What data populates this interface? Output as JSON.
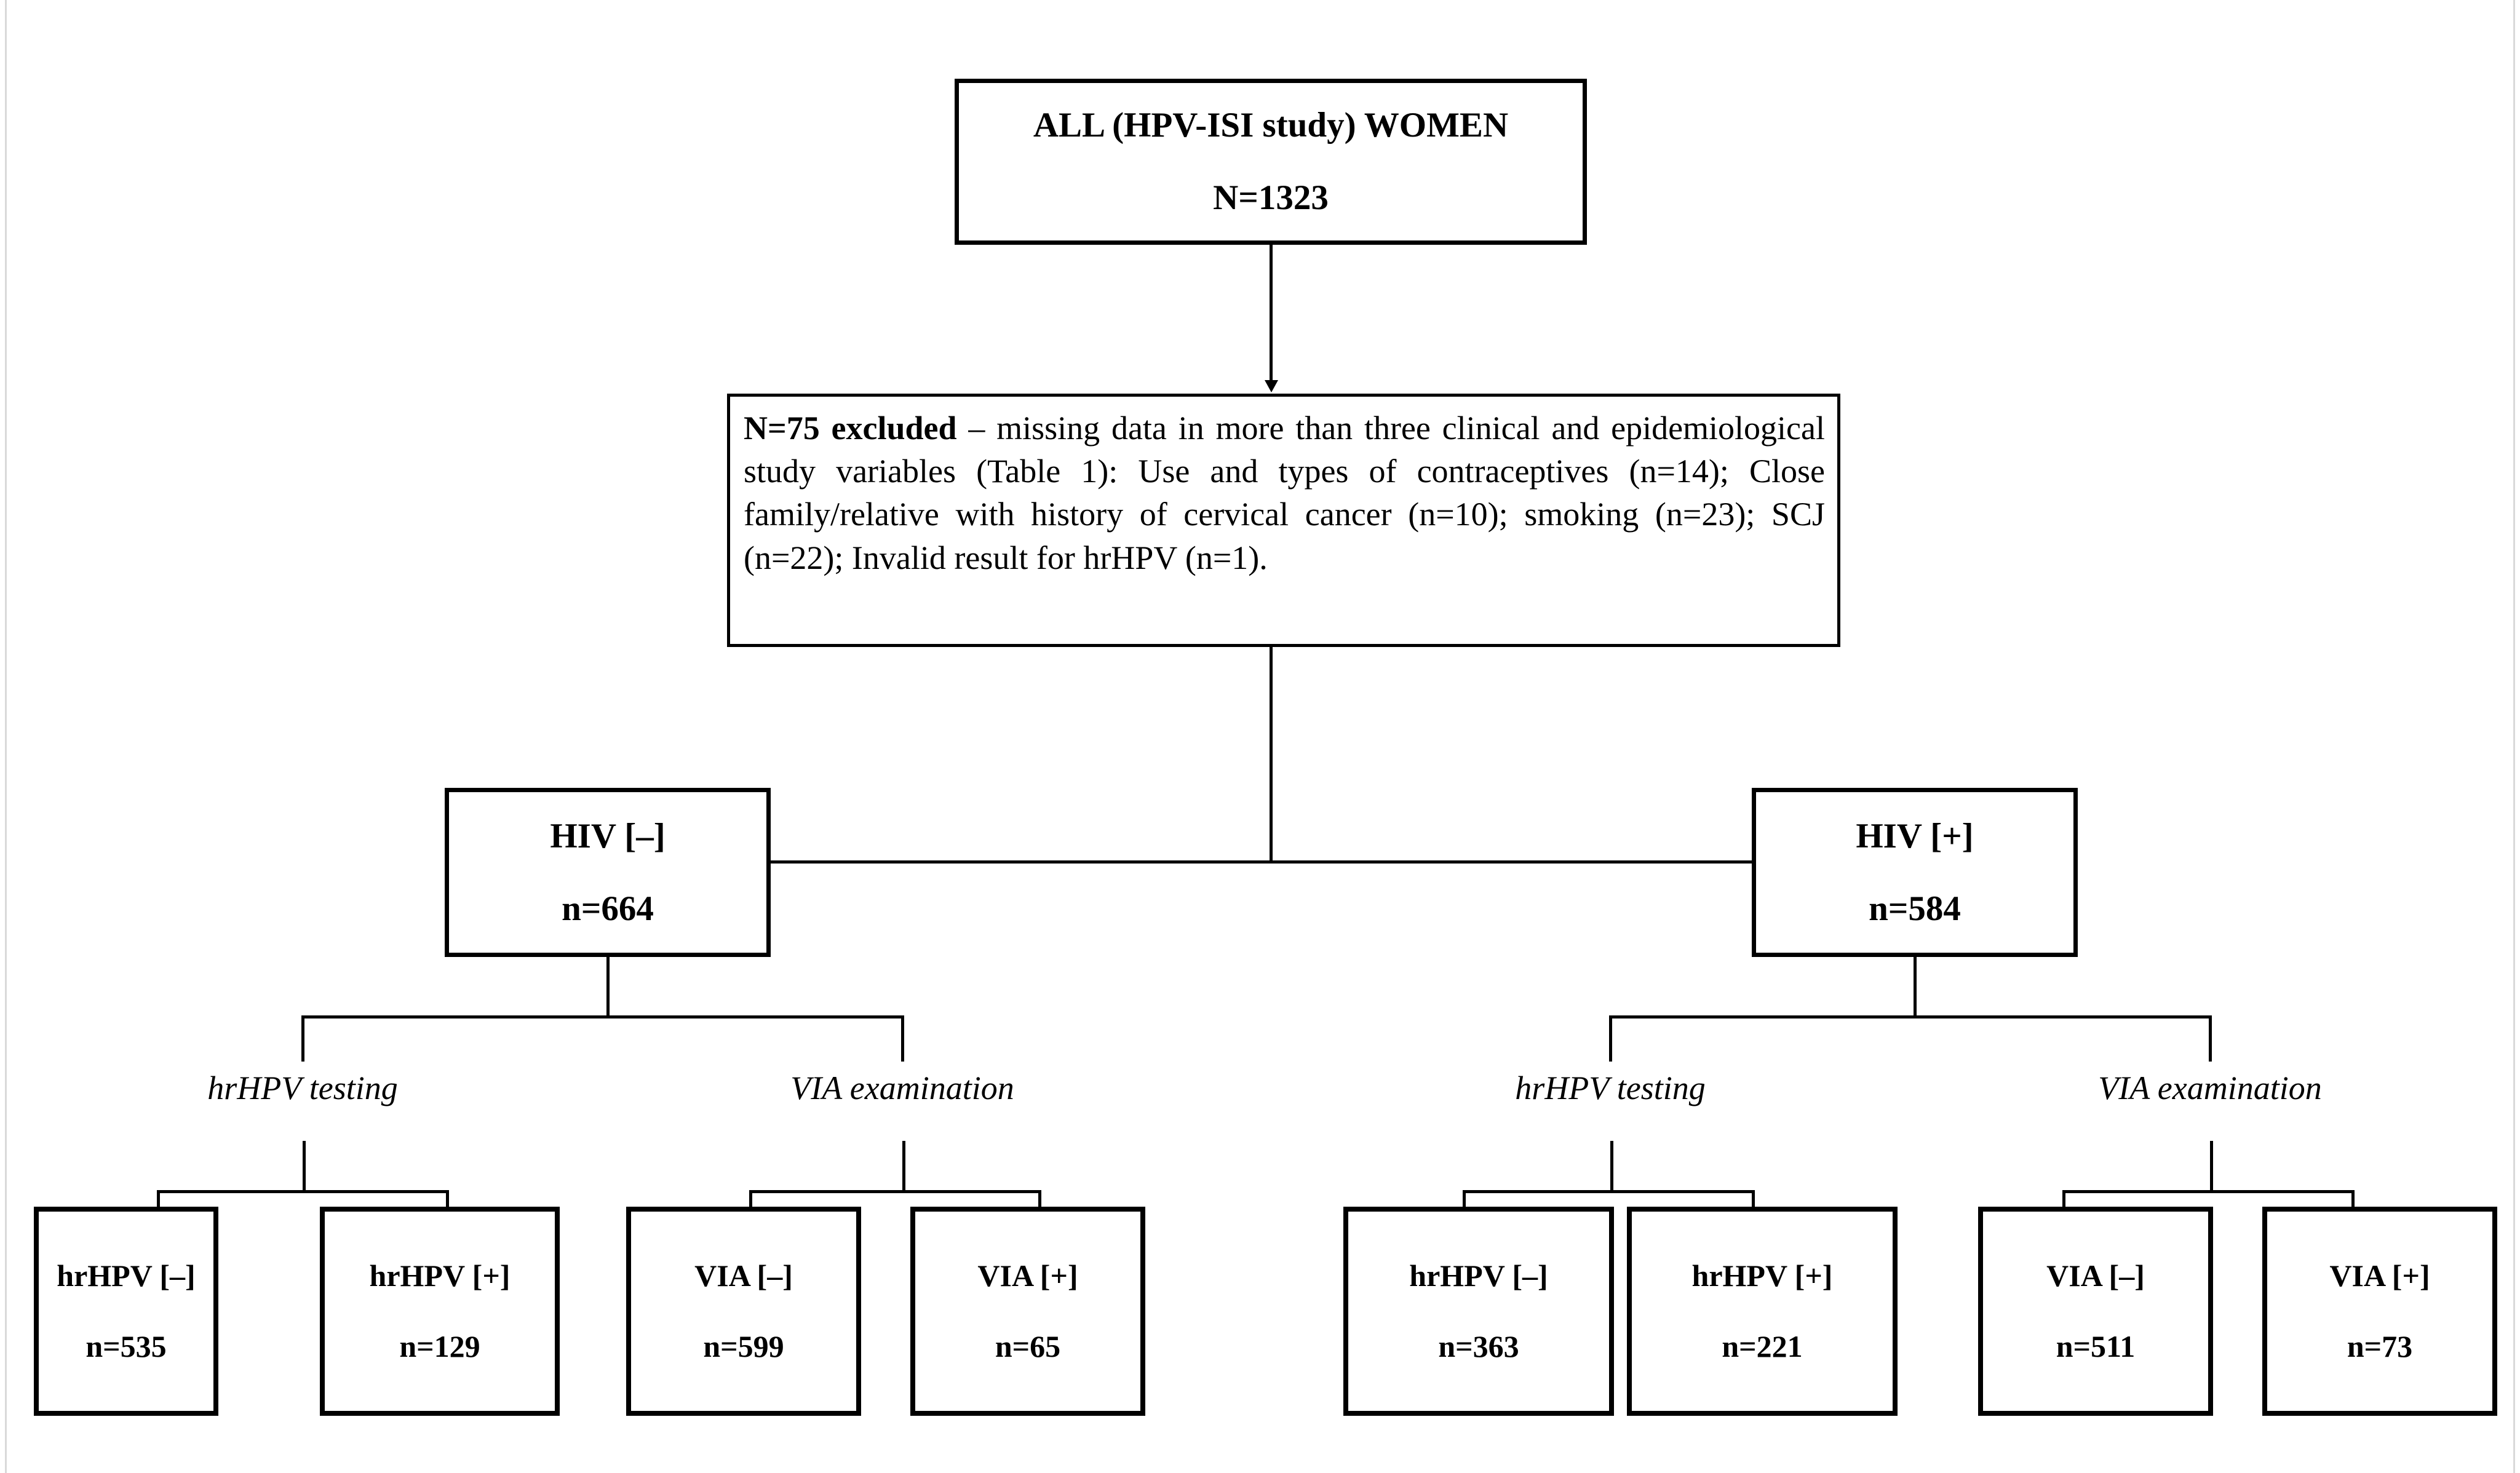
{
  "diagram": {
    "title": "HPV-ISI study participant flow diagram",
    "colors": {
      "border": "#000000",
      "background": "#ffffff",
      "text": "#000000",
      "connector": "#000000"
    }
  },
  "root": {
    "label": "ALL (HPV-ISI study) WOMEN",
    "count": "N=1323"
  },
  "excluded": {
    "lead": "N=75 excluded",
    "body": " – missing data in more than three clinical and epidemiological study variables (Table 1): Use and types of contraceptives  (n=14); Close family/relative with history of cervical cancer (n=10); smoking (n=23); SCJ (n=22); Invalid result for hrHPV (n=1)."
  },
  "groups": [
    {
      "label": "HIV [–]",
      "count": "n=664",
      "branches": [
        {
          "label": "hrHPV testing",
          "outcomes": [
            {
              "label": "hrHPV [–]",
              "count": "n=535"
            },
            {
              "label": "hrHPV [+]",
              "count": "n=129"
            }
          ]
        },
        {
          "label": "VIA examination",
          "outcomes": [
            {
              "label": "VIA [–]",
              "count": "n=599"
            },
            {
              "label": "VIA [+]",
              "count": "n=65"
            }
          ]
        }
      ]
    },
    {
      "label": "HIV [+]",
      "count": "n=584",
      "branches": [
        {
          "label": "hrHPV testing",
          "outcomes": [
            {
              "label": "hrHPV [–]",
              "count": "n=363"
            },
            {
              "label": "hrHPV [+]",
              "count": "n=221"
            }
          ]
        },
        {
          "label": "VIA examination",
          "outcomes": [
            {
              "label": "VIA [–]",
              "count": "n=511"
            },
            {
              "label": "VIA [+]",
              "count": "n=73"
            }
          ]
        }
      ]
    }
  ]
}
